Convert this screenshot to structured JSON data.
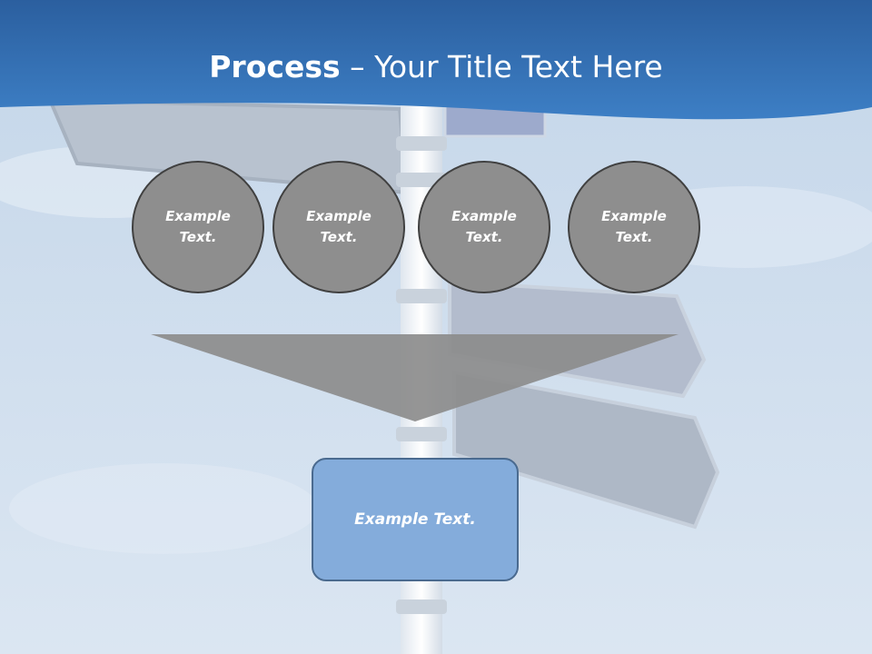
{
  "slide": {
    "title_bold": "Process",
    "title_rest": " – Your Title Text Here"
  },
  "steps": [
    {
      "label": "Example Text."
    },
    {
      "label": "Example Text."
    },
    {
      "label": "Example Text."
    },
    {
      "label": "Example Text."
    }
  ],
  "result": {
    "label": "Example Text."
  },
  "colors": {
    "title_band": "#2f6fb4",
    "circle_fill": "#8e8e8e",
    "funnel_fill": "#8c8c8c",
    "result_fill": "#84acdb"
  }
}
